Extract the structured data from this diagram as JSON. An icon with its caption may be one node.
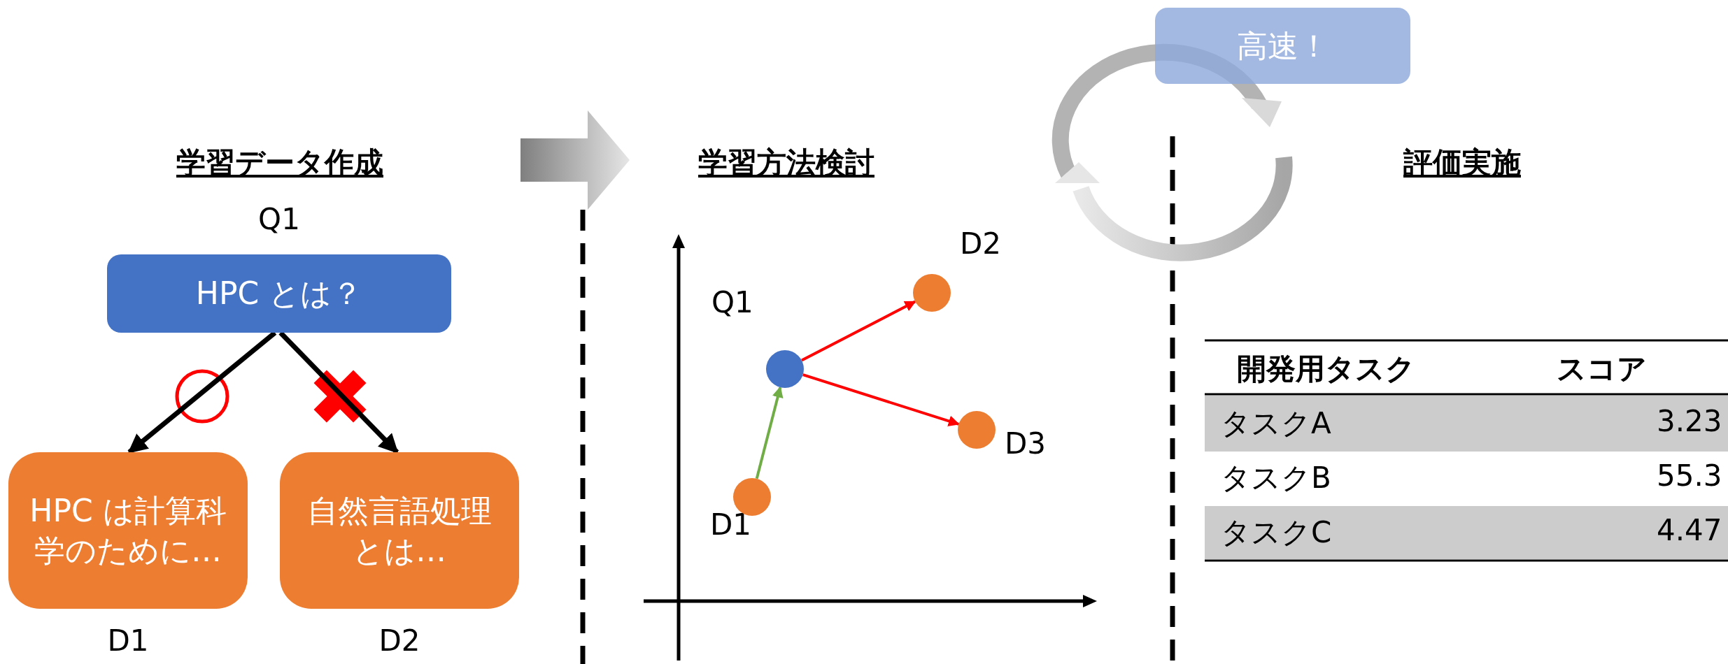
{
  "diagram": {
    "nodes": [
      {
        "text": [
          "HPC とは？"
        ],
        "beside": [
          "Q1"
        ]
      },
      {
        "text": [
          "HPC は計算科学のために…"
        ],
        "beside": [
          "D1"
        ]
      },
      {
        "text": [
          "自然言語処理とは…"
        ],
        "beside": [
          "D2"
        ]
      },
      {
        "text": [],
        "shape": "circle",
        "beside": [
          "Q1"
        ]
      },
      {
        "text": [],
        "shape": "circle",
        "beside": [
          "D2"
        ]
      },
      {
        "text": [],
        "shape": "circle",
        "beside": [
          "D3"
        ]
      },
      {
        "text": [],
        "shape": "circle",
        "beside": [
          "D1"
        ]
      },
      {
        "text": [
          "高速！"
        ]
      }
    ],
    "edges": [
      {
        "from": 0,
        "to": 1,
        "arrow": "to"
      },
      {
        "from": 0,
        "to": 2,
        "arrow": "to"
      },
      {
        "from": 6,
        "to": 3,
        "arrow": "to",
        "color": "#70ad47"
      },
      {
        "from": 3,
        "to": 4,
        "arrow": "to",
        "color": "#ff0000"
      },
      {
        "from": 3,
        "to": 5,
        "arrow": "to",
        "color": "#ff0000"
      }
    ],
    "labels": [
      "学習データ作成",
      "学習方法検討",
      "評価実施",
      "開発用タスク",
      "スコア",
      "タスクA",
      "3.23",
      "タスクB",
      "55.3",
      "タスクC",
      "4.47"
    ]
  }
}
